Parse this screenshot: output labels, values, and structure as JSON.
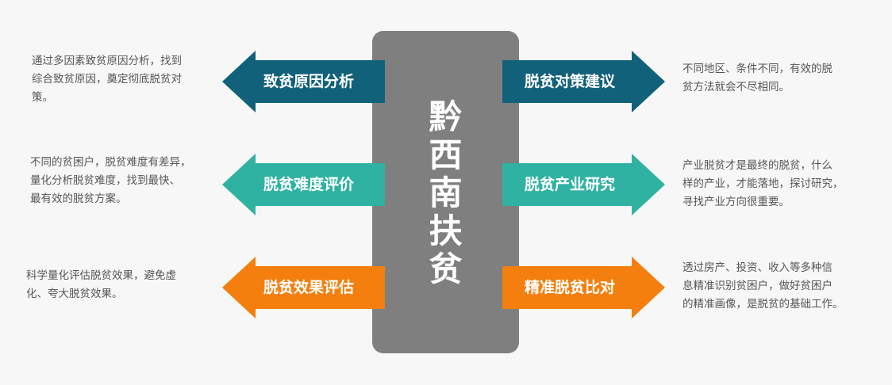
{
  "colors": {
    "background": "#f7f7f7",
    "center": "#7f7f7f",
    "blue": "#12617a",
    "teal": "#30b2a2",
    "orange": "#f47f0e",
    "text": "#555555"
  },
  "center": {
    "title": "黔\n西\n南\n扶\n贫"
  },
  "left": [
    {
      "label": "致贫原因分析",
      "color": "#12617a",
      "description": "通过多因素致贫原因分析，找到\n综合致贫原因，奠定彻底脱贫对\n策。"
    },
    {
      "label": "脱贫难度评价",
      "color": "#30b2a2",
      "description": "不同的贫困户，脱贫难度有差异，\n量化分析脱贫难度，找到最快、\n最有效的脱贫方案。"
    },
    {
      "label": "脱贫效果评估",
      "color": "#f47f0e",
      "description": "科学量化评估脱贫效果，避免虚\n化、夸大脱贫效果。"
    }
  ],
  "right": [
    {
      "label": "脱贫对策建议",
      "color": "#12617a",
      "description": "不同地区、条件不同，有效的脱\n贫方法就会不尽相同。"
    },
    {
      "label": "脱贫产业研究",
      "color": "#30b2a2",
      "description": "产业脱贫才是最终的脱贫，什么\n样的产业，才能落地，探讨研究，\n寻找产业方向很重要。"
    },
    {
      "label": "精准脱贫比对",
      "color": "#f47f0e",
      "description": "透过房产、投资、收入等多种信\n息精准识别贫困户，做好贫困户\n的精准画像，是脱贫的基础工作。"
    }
  ]
}
